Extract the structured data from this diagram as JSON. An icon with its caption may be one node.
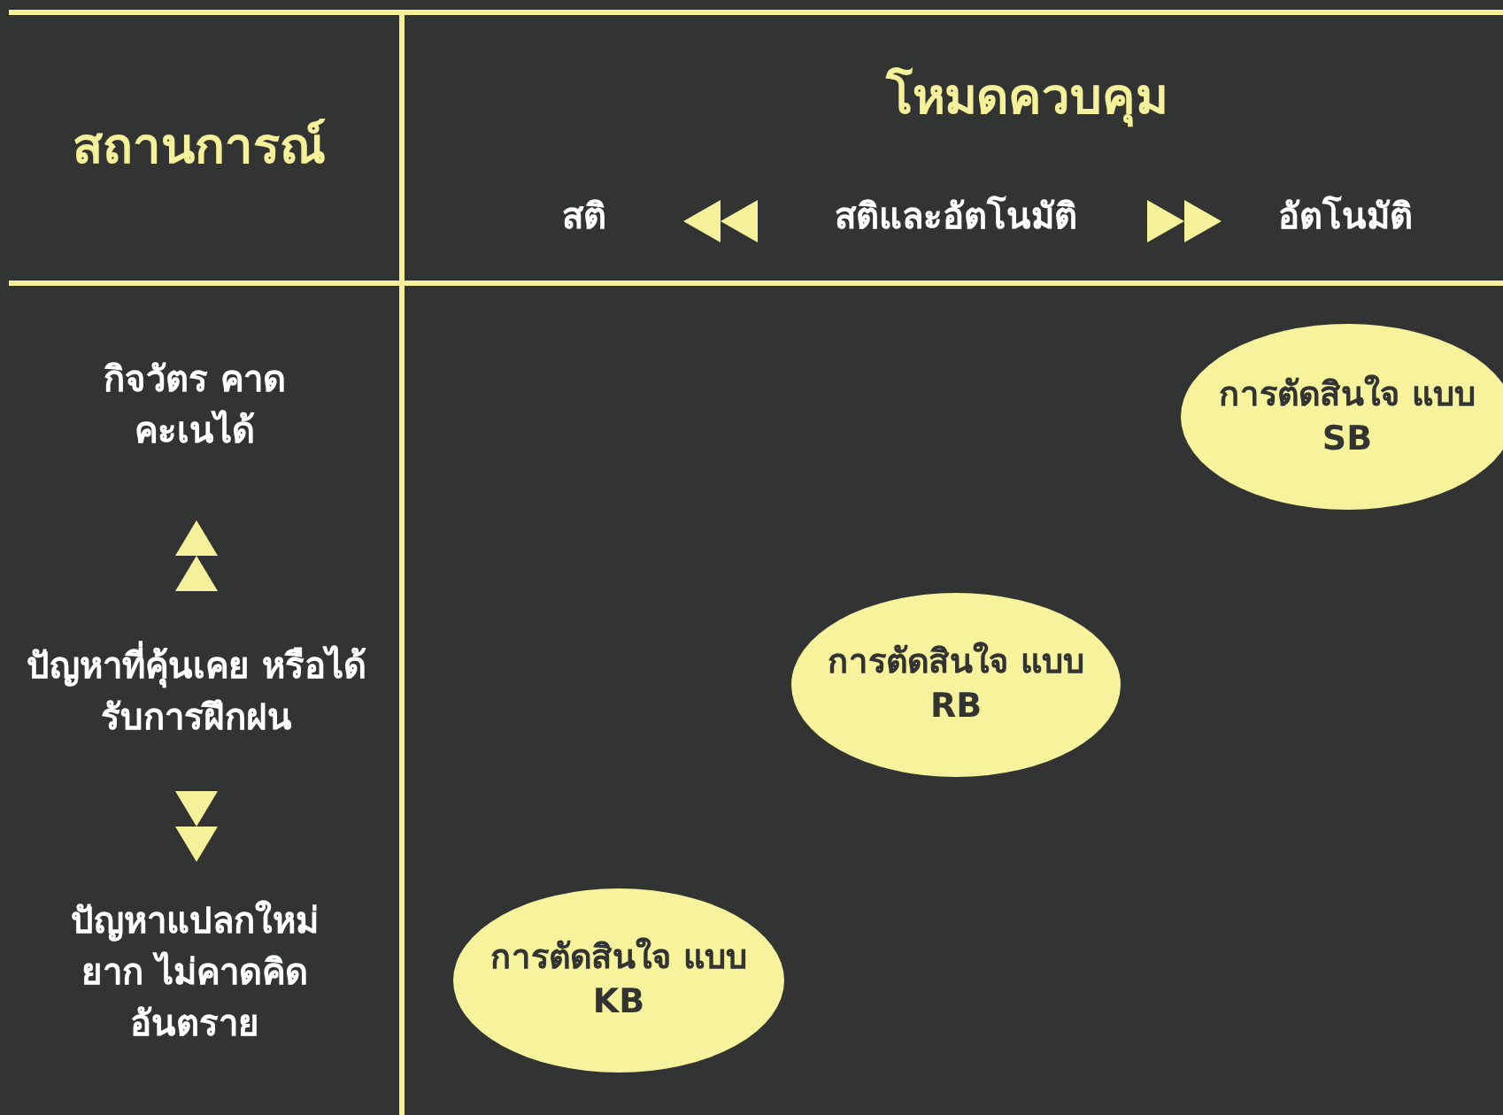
{
  "diagram": {
    "nodes": [
      {
        "text": [
          "การตัดสินใจ แบบ SB"
        ]
      },
      {
        "text": [
          "การตัดสินใจ แบบ RB"
        ]
      },
      {
        "text": [
          "การตัดสินใจ แบบ KB"
        ]
      }
    ],
    "labels": [
      "สถานการณ์",
      "โหมดควบคุม",
      "สติ",
      "สติและอัตโนมัติ",
      "อัตโนมัติ",
      "กิจวัตร คาดคะเนได้",
      "ปัญหาที่คุ้นเคย หรือได้รับการฝึกฝน",
      "ปัญหาแปลกใหม่ ยาก ไม่คาดคิด อันตราย"
    ]
  }
}
